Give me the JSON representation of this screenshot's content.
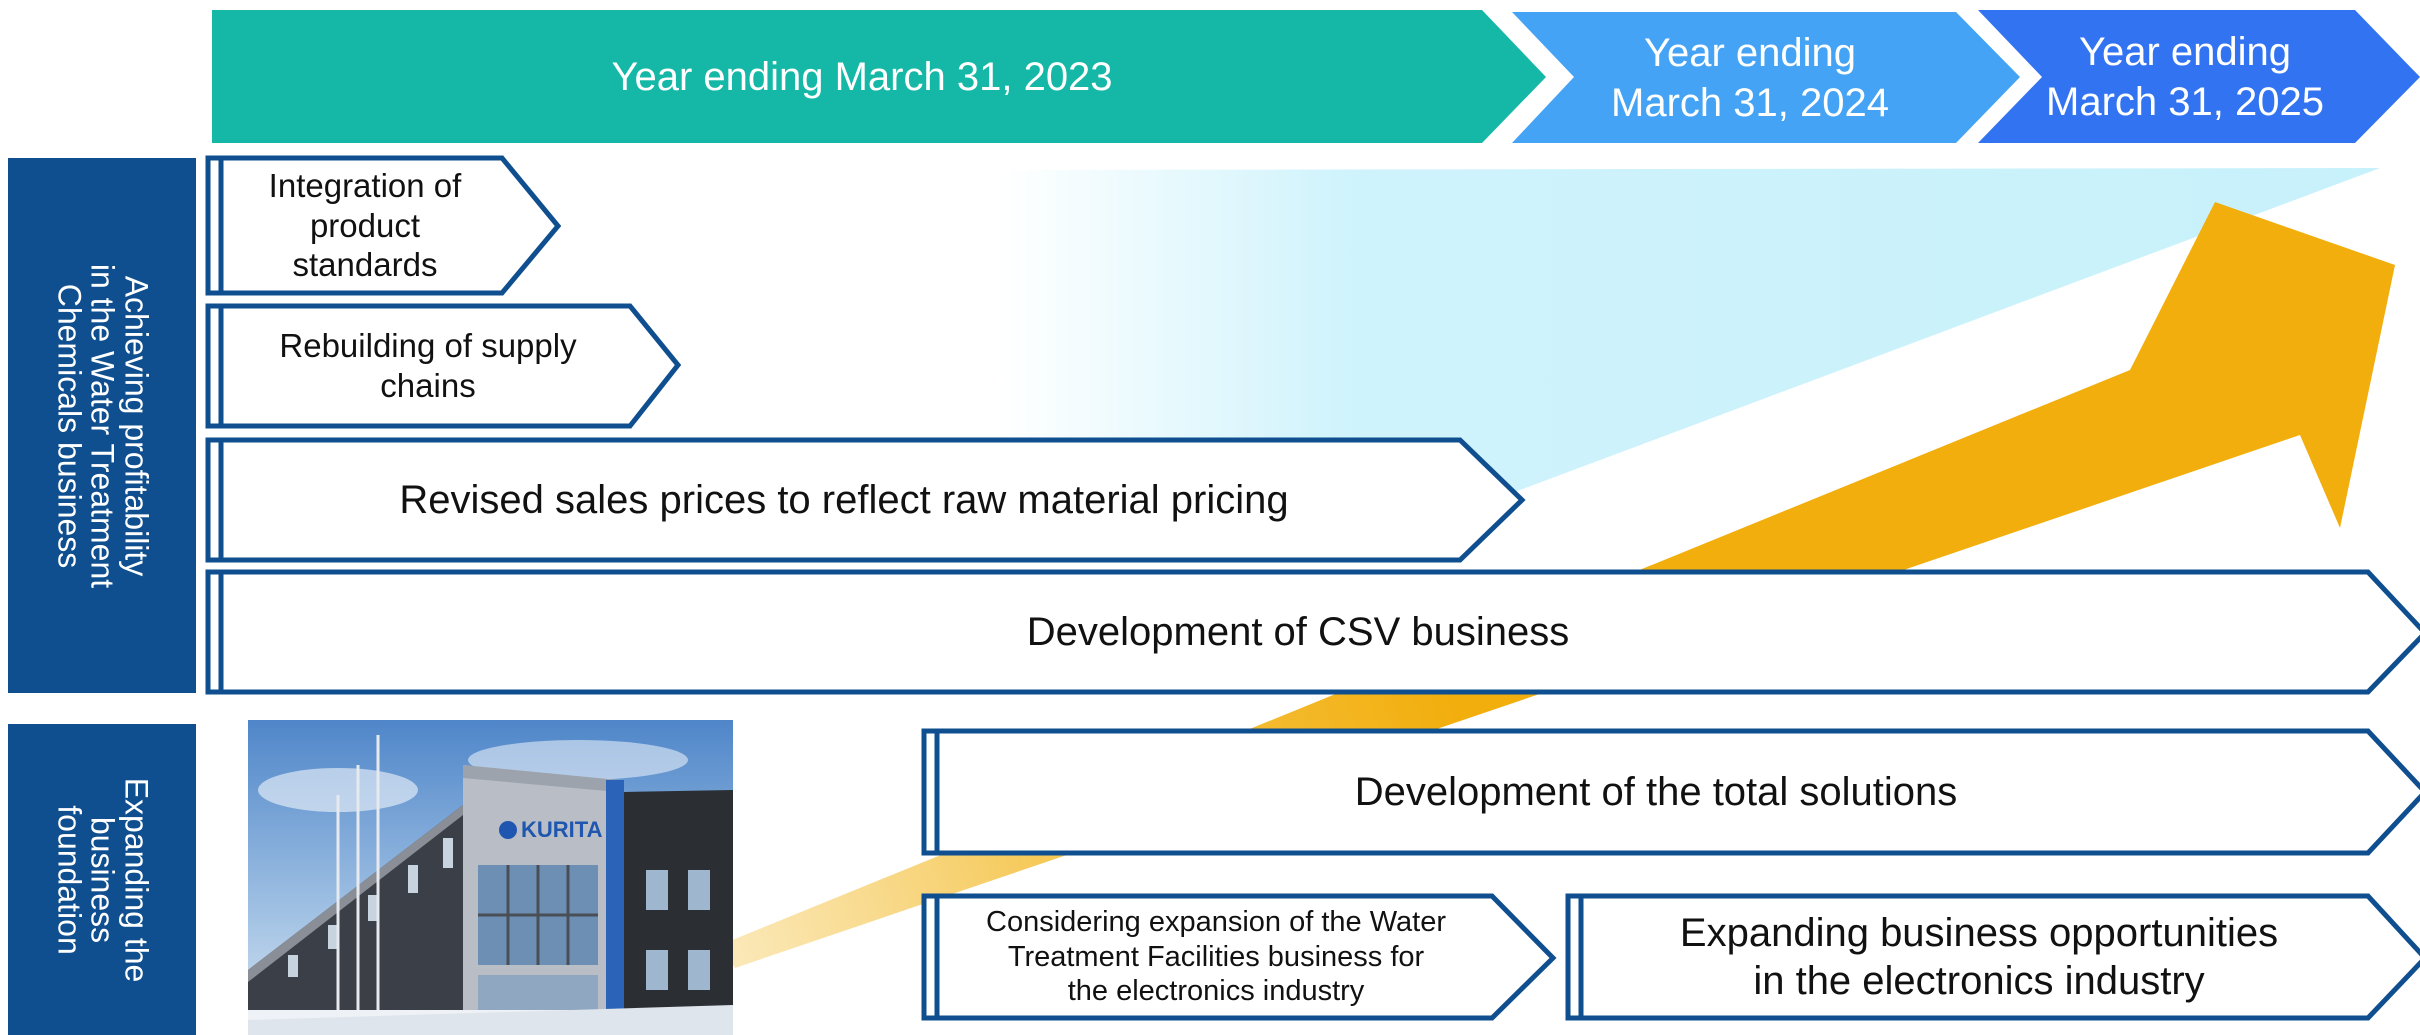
{
  "timeline": {
    "period_2023": "Year ending March 31, 2023",
    "period_2024": "Year ending\nMarch 31, 2024",
    "period_2025": "Year ending\nMarch 31, 2025"
  },
  "sections": {
    "profitability": "Achieving profitability\nin the Water Treatment\nChemicals business",
    "foundation": "Expanding the\nbusiness\nfoundation"
  },
  "initiatives": {
    "product_standards": "Integration of\nproduct\nstandards",
    "supply_chains": "Rebuilding of supply\nchains",
    "sales_prices": "Revised sales prices to reflect raw material pricing",
    "csv_business": "Development of CSV business",
    "total_solutions": "Development of the total solutions",
    "water_facilities": "Considering expansion of the Water\nTreatment Facilities business for\nthe electronics industry",
    "electronics_opportunities": "Expanding business opportunities\nin the electronics industry"
  },
  "photo": {
    "building_sign": "KURITA"
  },
  "colors": {
    "teal_header": "#15b8a6",
    "blue_header": "#45a3f5",
    "dark_blue_header": "#3273f2",
    "navy": "#0f4f8f",
    "gold_arrow": "#f2ae0c",
    "light_cyan": "#c7f1fb"
  }
}
